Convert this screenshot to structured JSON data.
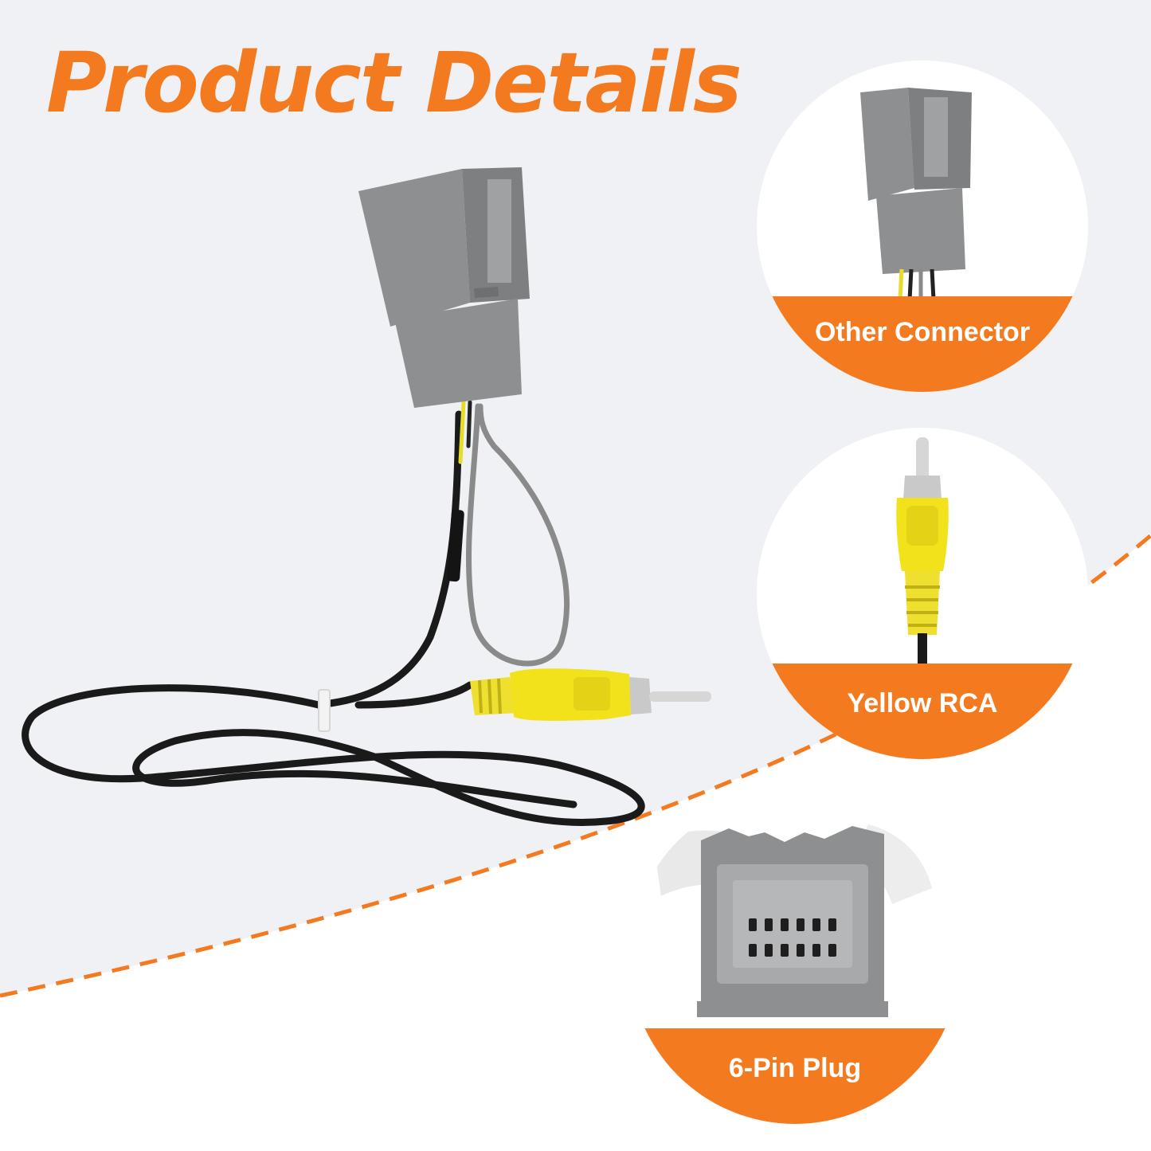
{
  "title": "Product Details",
  "callouts": [
    {
      "label": "Other Connector",
      "icon": "gray-connector-photo"
    },
    {
      "label": "Yellow RCA",
      "icon": "yellow-rca-plug-photo"
    },
    {
      "label": "6-Pin Plug",
      "icon": "six-pin-plug-photo"
    }
  ],
  "colors": {
    "accent": "#f47a1f",
    "background_light": "#f0f1f5",
    "background": "#ffffff",
    "connector_gray": "#8e8f90",
    "rca_yellow": "#f2e21c",
    "cable_black": "#1a1a1a"
  }
}
